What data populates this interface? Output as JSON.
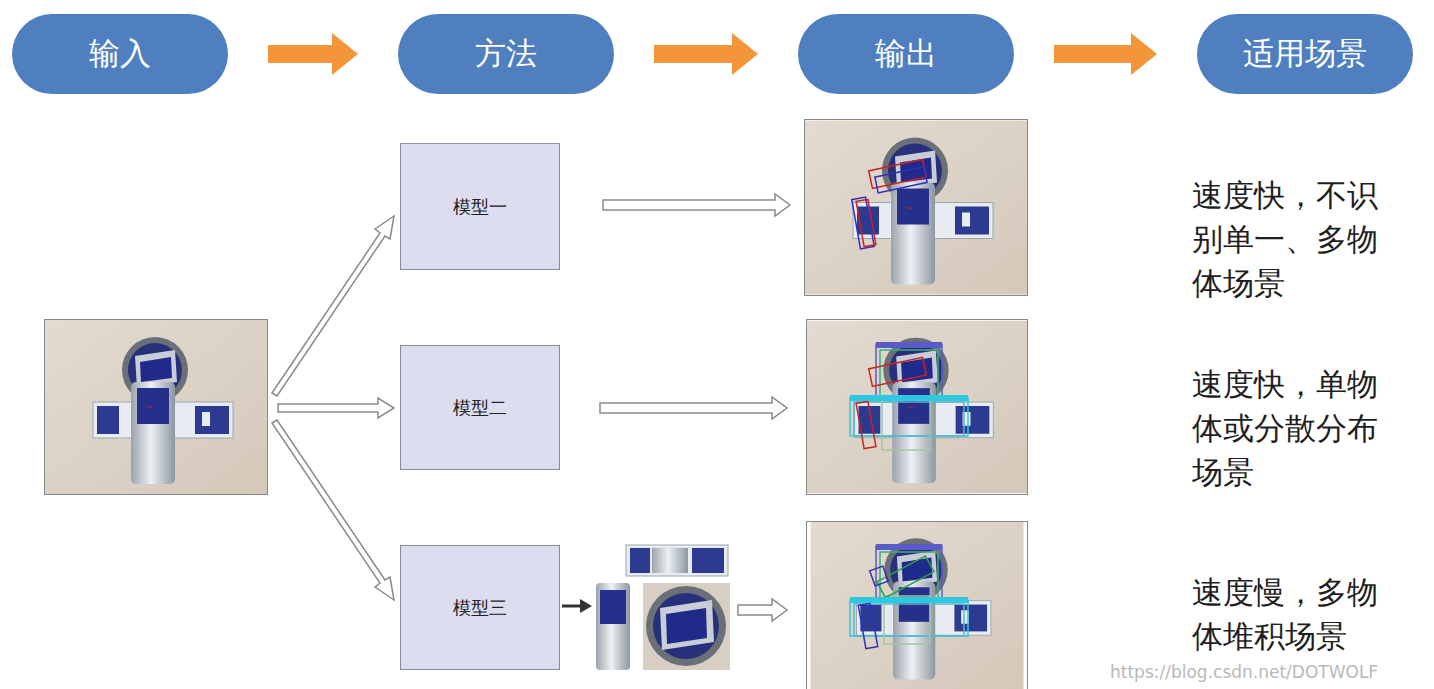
{
  "diagram": {
    "nodes": [
      {
        "text": [
          "输入"
        ]
      },
      {
        "text": [
          "方法"
        ]
      },
      {
        "text": [
          "输出"
        ]
      },
      {
        "text": [
          "适用场景"
        ]
      },
      {
        "text": [
          "模型一"
        ]
      },
      {
        "text": [
          "模型二"
        ]
      },
      {
        "text": [
          "模型三"
        ]
      }
    ],
    "edges": [
      {
        "from": 0,
        "to": 1,
        "arrow": "to"
      },
      {
        "from": 1,
        "to": 2,
        "arrow": "to"
      },
      {
        "from": 2,
        "to": 3,
        "arrow": "to"
      }
    ],
    "labels": [
      "速度快，不识别单一、多物体场景",
      "速度快，单物体或分散分布场景",
      "速度慢，多物体堆积场景",
      "https://blog.csdn.net/DOTWOLF"
    ]
  }
}
